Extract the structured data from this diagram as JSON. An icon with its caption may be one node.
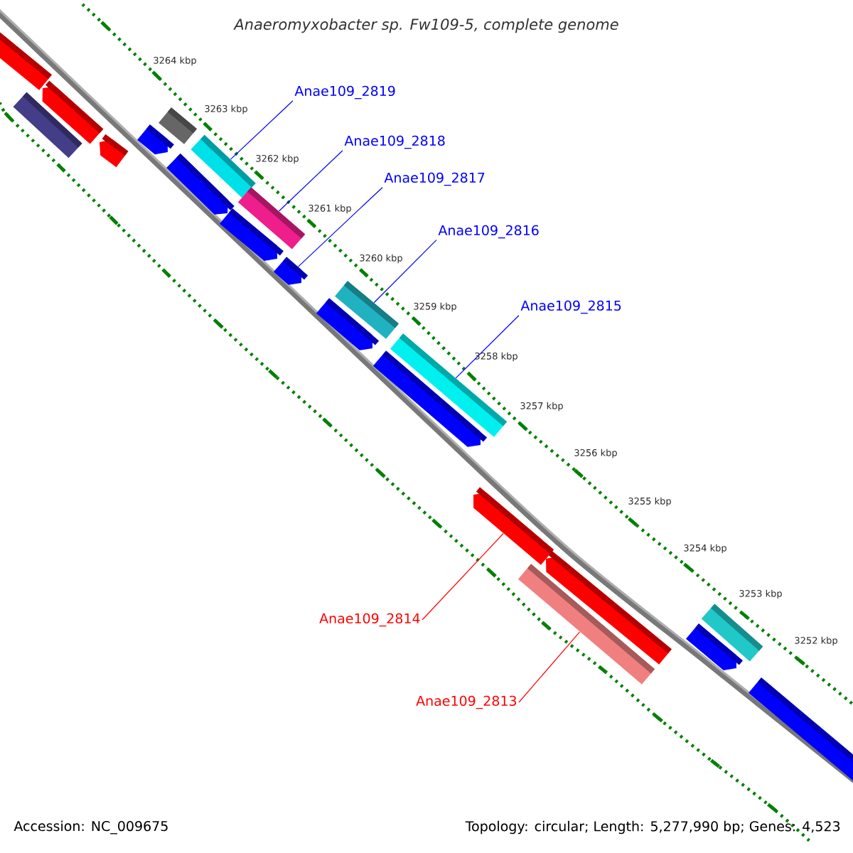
{
  "diagram": {
    "title": "Anaeromyxobacter sp. Fw109-5, complete genome",
    "nodes": [
      {
        "text": [
          "Anae109_2819"
        ]
      },
      {
        "text": [
          "Anae109_2818"
        ]
      },
      {
        "text": [
          "Anae109_2817"
        ]
      },
      {
        "text": [
          "Anae109_2816"
        ]
      },
      {
        "text": [
          "Anae109_2815"
        ]
      },
      {
        "text": [
          "Anae109_2814"
        ]
      },
      {
        "text": [
          "Anae109_2813"
        ]
      },
      {
        "text": [],
        "shape": "bar"
      },
      {
        "text": [],
        "shape": "bar"
      },
      {
        "text": [],
        "shape": "bar"
      },
      {
        "text": [],
        "shape": "bar"
      },
      {
        "text": [],
        "shape": "bar"
      },
      {
        "text": [],
        "shape": "bar"
      },
      {
        "text": [],
        "shape": "bar"
      },
      {
        "text": [],
        "shape": "bar"
      },
      {
        "text": [],
        "shape": "bar"
      },
      {
        "text": [],
        "shape": "bar"
      },
      {
        "text": [],
        "shape": "bar"
      },
      {
        "text": [],
        "shape": "bar"
      },
      {
        "text": [],
        "shape": "bar"
      },
      {
        "text": [],
        "shape": "bar"
      },
      {
        "text": [],
        "shape": "bar"
      },
      {
        "text": [],
        "shape": "bar"
      },
      {
        "text": [],
        "shape": "bar"
      },
      {
        "text": [],
        "shape": "bar"
      },
      {
        "text": [],
        "shape": "bar"
      },
      {
        "text": [],
        "shape": "bar"
      },
      {
        "text": [],
        "shape": "bar"
      }
    ],
    "edges": [
      {
        "from": 0,
        "to": 14,
        "arrow": "none"
      },
      {
        "from": 1,
        "to": 16,
        "arrow": "none"
      },
      {
        "from": 2,
        "to": 17,
        "arrow": "none"
      },
      {
        "from": 3,
        "to": 19,
        "arrow": "none"
      },
      {
        "from": 4,
        "to": 21,
        "arrow": "none"
      },
      {
        "from": 5,
        "to": 22,
        "arrow": "none",
        "color": "#ff0000"
      },
      {
        "from": 6,
        "to": 23,
        "arrow": "none",
        "color": "#ff0000"
      }
    ],
    "labels": [
      "3264 kbp",
      "3263 kbp",
      "3262 kbp",
      "3261 kbp",
      "3260 kbp",
      "3259 kbp",
      "3258 kbp",
      "3257 kbp",
      "3256 kbp",
      "3255 kbp",
      "3254 kbp",
      "3253 kbp",
      "3252 kbp",
      "Accession: NC_009675",
      "Topology: circular; Length: 5,277,990 bp; Genes: 4,523"
    ]
  }
}
